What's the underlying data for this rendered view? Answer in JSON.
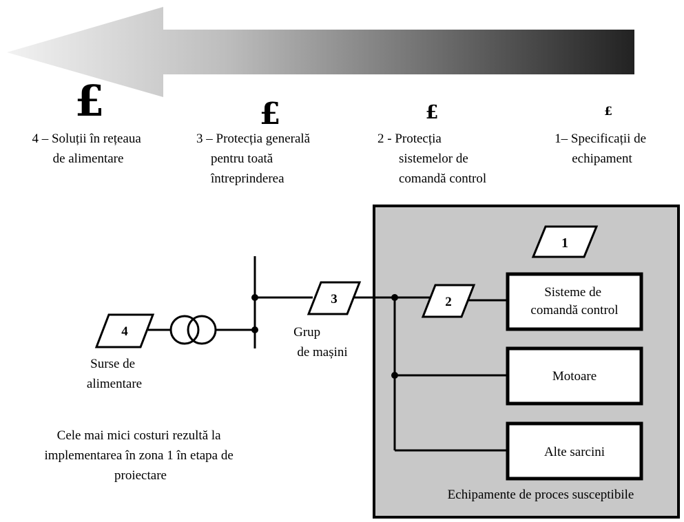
{
  "arrow": {
    "symbols": [
      "£",
      "£",
      "£",
      "£"
    ],
    "levels": [
      {
        "lines": [
          "4 – Soluții în rețeaua",
          "de alimentare"
        ]
      },
      {
        "lines": [
          "3 – Protecția generală",
          "pentru toată",
          "întreprinderea"
        ]
      },
      {
        "lines": [
          "2 - Protecția",
          "sistemelor de",
          "comandă control"
        ]
      },
      {
        "lines": [
          "1– Specificații de",
          "echipament"
        ]
      }
    ]
  },
  "markers": {
    "m1": "1",
    "m2": "2",
    "m3": "3",
    "m4": "4"
  },
  "labels": {
    "source": [
      "Surse de",
      "alimentare"
    ],
    "machines": [
      "Grup",
      "de mașini"
    ],
    "note": [
      "Cele mai mici costuri rezultă la",
      "implementarea în zona 1 în etapa de",
      "proiectare"
    ],
    "zone_caption": "Echipamente de proces susceptibile"
  },
  "loads": {
    "control": [
      "Sisteme de",
      "comandă control"
    ],
    "motors": "Motoare",
    "other": "Alte sarcini"
  },
  "colors": {
    "zone_fill": "#c8c8c8",
    "arrow_dark": "#222222",
    "arrow_light": "#f2f2f2"
  }
}
